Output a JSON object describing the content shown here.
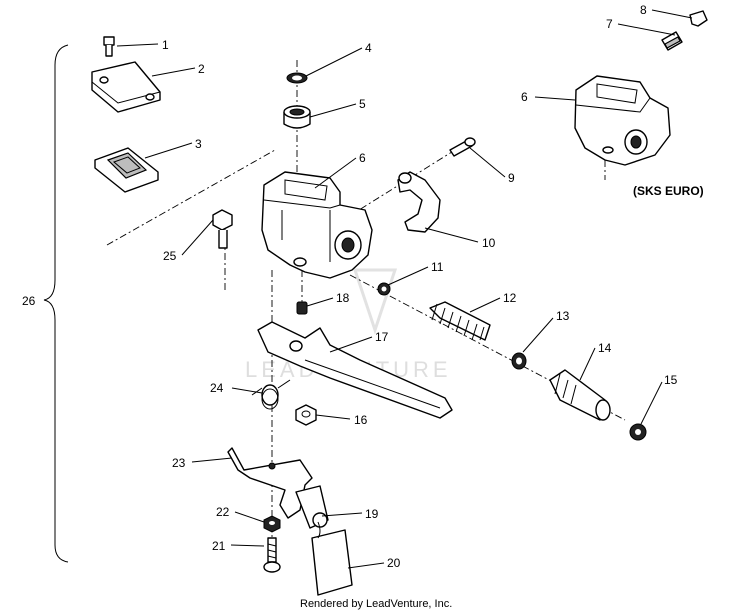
{
  "diagram": {
    "callouts": {
      "c1": "1",
      "c2": "2",
      "c3": "3",
      "c4": "4",
      "c5": "5",
      "c6": "6",
      "c6b": "6",
      "c7": "7",
      "c8": "8",
      "c9": "9",
      "c10": "10",
      "c11": "11",
      "c12": "12",
      "c13": "13",
      "c14": "14",
      "c15": "15",
      "c16": "16",
      "c17": "17",
      "c18": "18",
      "c19": "19",
      "c20": "20",
      "c21": "21",
      "c22": "22",
      "c23": "23",
      "c24": "24",
      "c25": "25",
      "c26": "26"
    },
    "edition_label": "(SKS EURO)",
    "watermark": "LEADVENTURE",
    "footer": "Rendered by LeadVenture, Inc."
  }
}
